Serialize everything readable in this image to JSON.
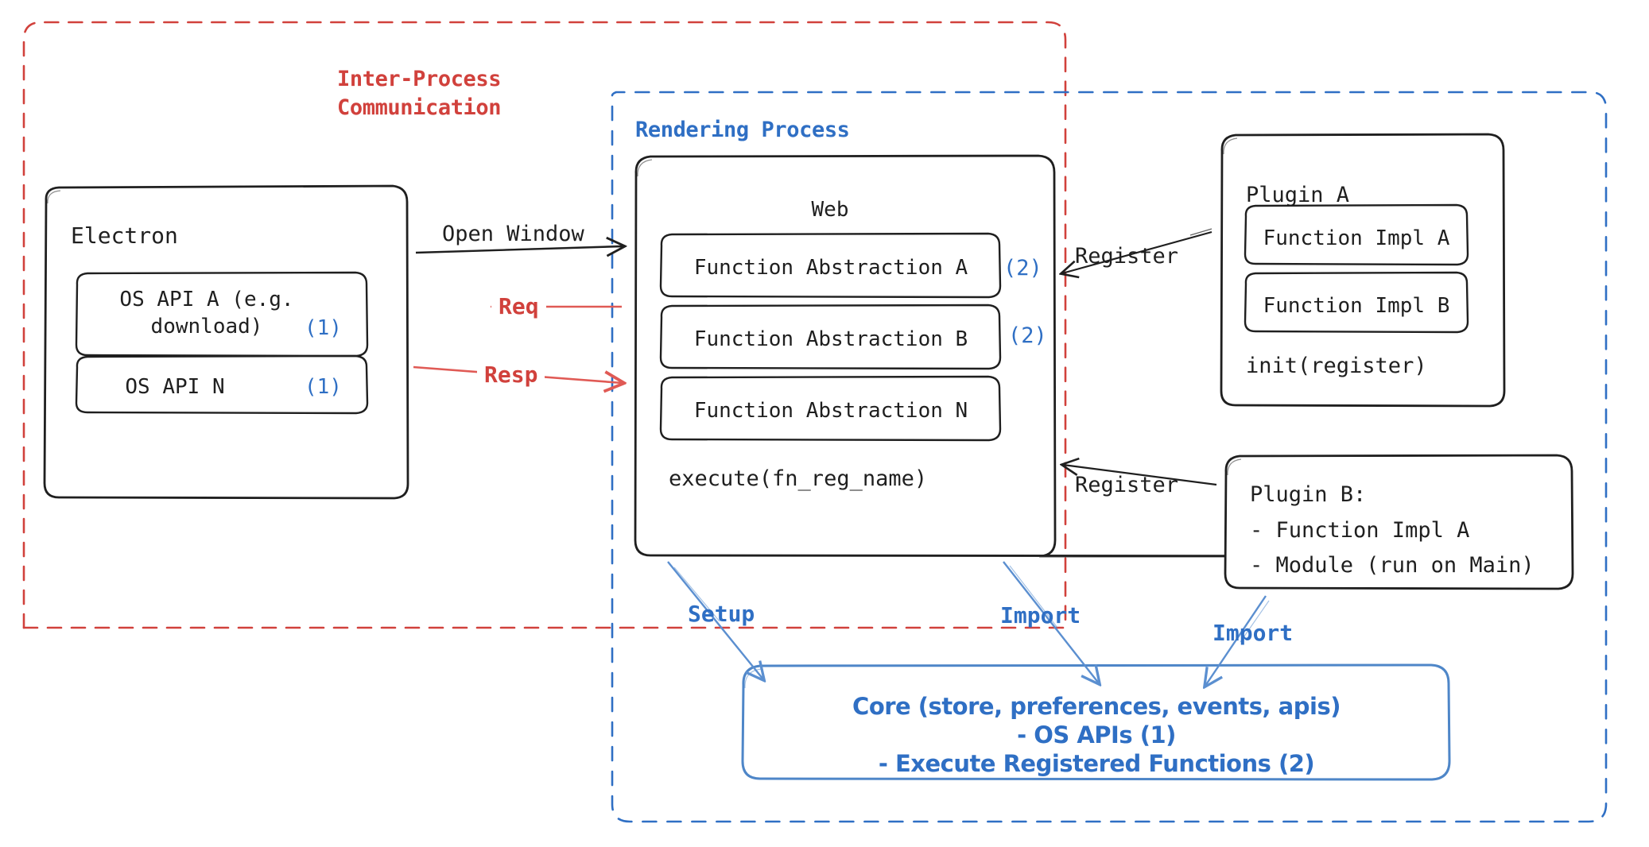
{
  "diagram": {
    "title_hidden": "",
    "colors": {
      "ipc_red": "#d1413c",
      "process_blue": "#2f6fc4",
      "node_stroke": "#1f1f1f",
      "background": "#ffffff"
    },
    "containers": {
      "ipc": {
        "label": "Inter-Process\nCommunication",
        "style": "dashed-red"
      },
      "rendering": {
        "label": "Rendering Process",
        "style": "dashed-blue"
      }
    },
    "electron": {
      "title": "Electron",
      "items": [
        {
          "label": "OS API A (e.g.\ndownload)",
          "badge": "(1)"
        },
        {
          "label": "OS API N",
          "badge": "(1)"
        }
      ]
    },
    "web": {
      "title": "Web",
      "items": [
        {
          "label": "Function Abstraction A",
          "badge": "(2)"
        },
        {
          "label": "Function Abstraction B",
          "badge": "(2)"
        },
        {
          "label": "Function Abstraction N",
          "badge": ""
        }
      ],
      "footer": "execute(fn_reg_name)"
    },
    "plugin_a": {
      "title": "Plugin A",
      "items": [
        {
          "label": "Function Impl A"
        },
        {
          "label": "Function Impl B"
        }
      ],
      "footer": "init(register)"
    },
    "plugin_b": {
      "lines": [
        "Plugin B:",
        "- Function Impl A",
        "- Module (run on Main)"
      ]
    },
    "core": {
      "lines": [
        "Core (store, preferences, events, apis)",
        "- OS APIs (1)",
        "- Execute Registered Functions (2)"
      ]
    },
    "edges": [
      {
        "id": "open-window",
        "label": "Open Window",
        "color": "#1f1f1f",
        "from": "Electron",
        "to": "Web"
      },
      {
        "id": "req",
        "label": "Req",
        "color": "#d1413c",
        "from": "Web",
        "to": "Electron"
      },
      {
        "id": "resp",
        "label": "Resp",
        "color": "#d1413c",
        "from": "Electron",
        "to": "Web"
      },
      {
        "id": "register-a",
        "label": "Register",
        "color": "#1f1f1f",
        "from": "Plugin A",
        "to": "Web"
      },
      {
        "id": "register-b",
        "label": "Register",
        "color": "#1f1f1f",
        "from": "Plugin B",
        "to": "Web"
      },
      {
        "id": "setup",
        "label": "Setup",
        "color": "#2f6fc4",
        "from": "Web",
        "to": "Core"
      },
      {
        "id": "import-web",
        "label": "Import",
        "color": "#2f6fc4",
        "from": "Web",
        "to": "Core"
      },
      {
        "id": "import-plugin",
        "label": "Import",
        "color": "#2f6fc4",
        "from": "Plugin B",
        "to": "Core"
      }
    ]
  }
}
